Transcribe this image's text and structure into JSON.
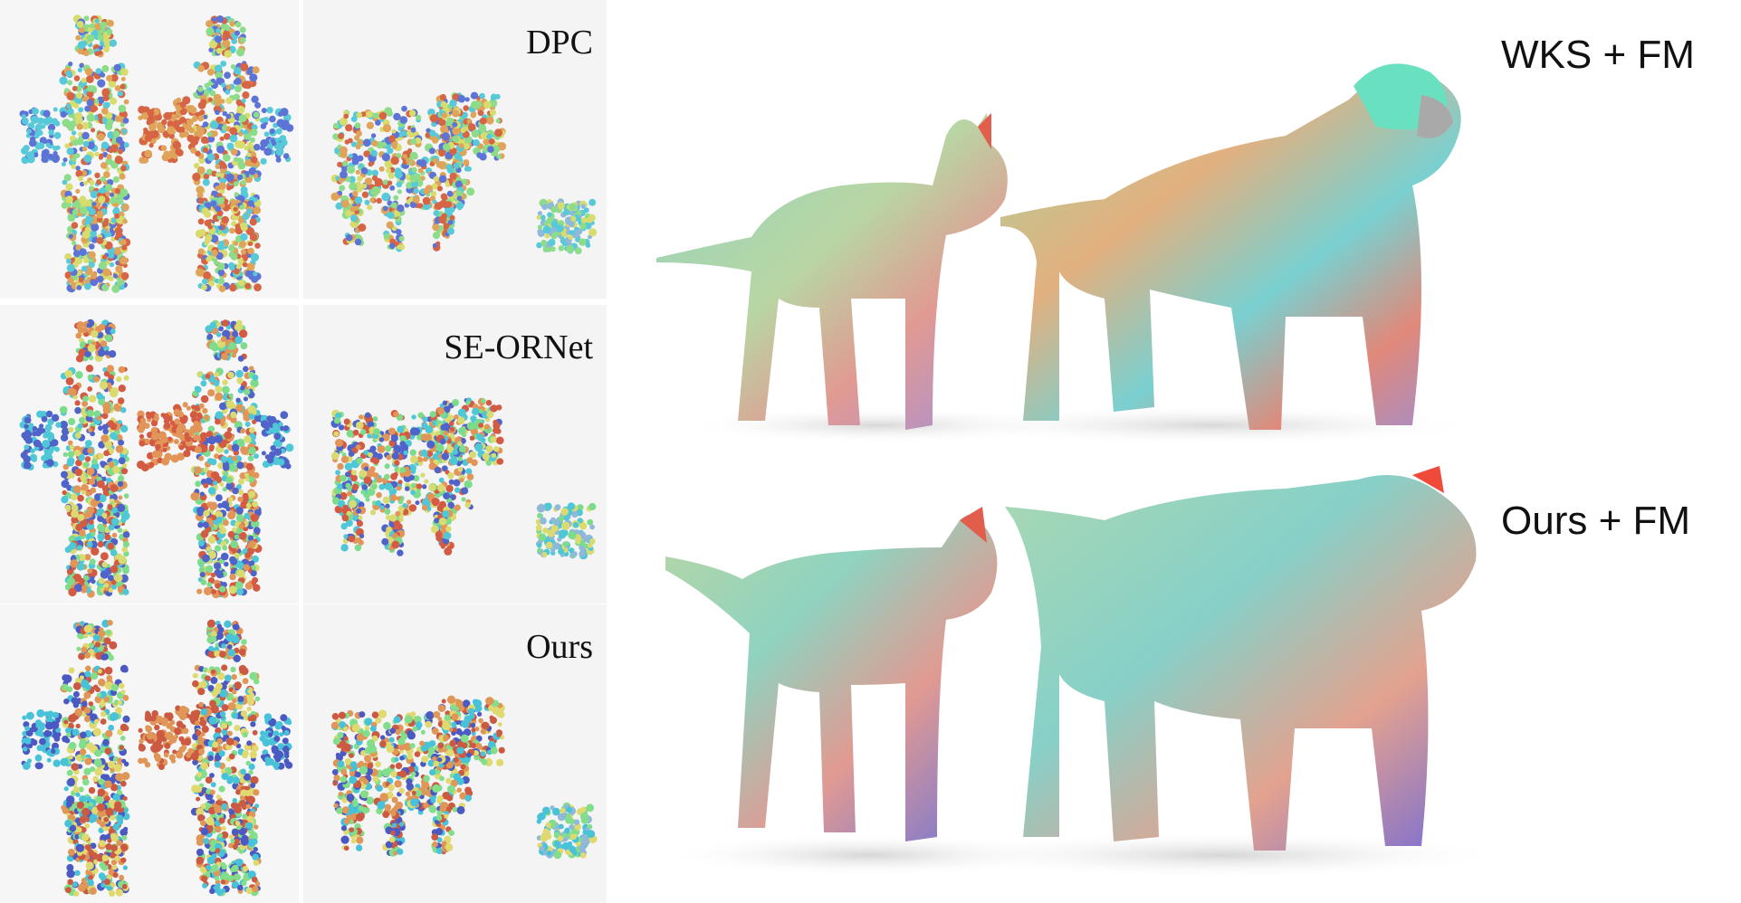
{
  "left_rows": [
    {
      "label": "DPC"
    },
    {
      "label": "SE-ORNet"
    },
    {
      "label": "Ours"
    }
  ],
  "right_rows": [
    {
      "label": "WKS + FM"
    },
    {
      "label": "Ours + FM"
    }
  ]
}
